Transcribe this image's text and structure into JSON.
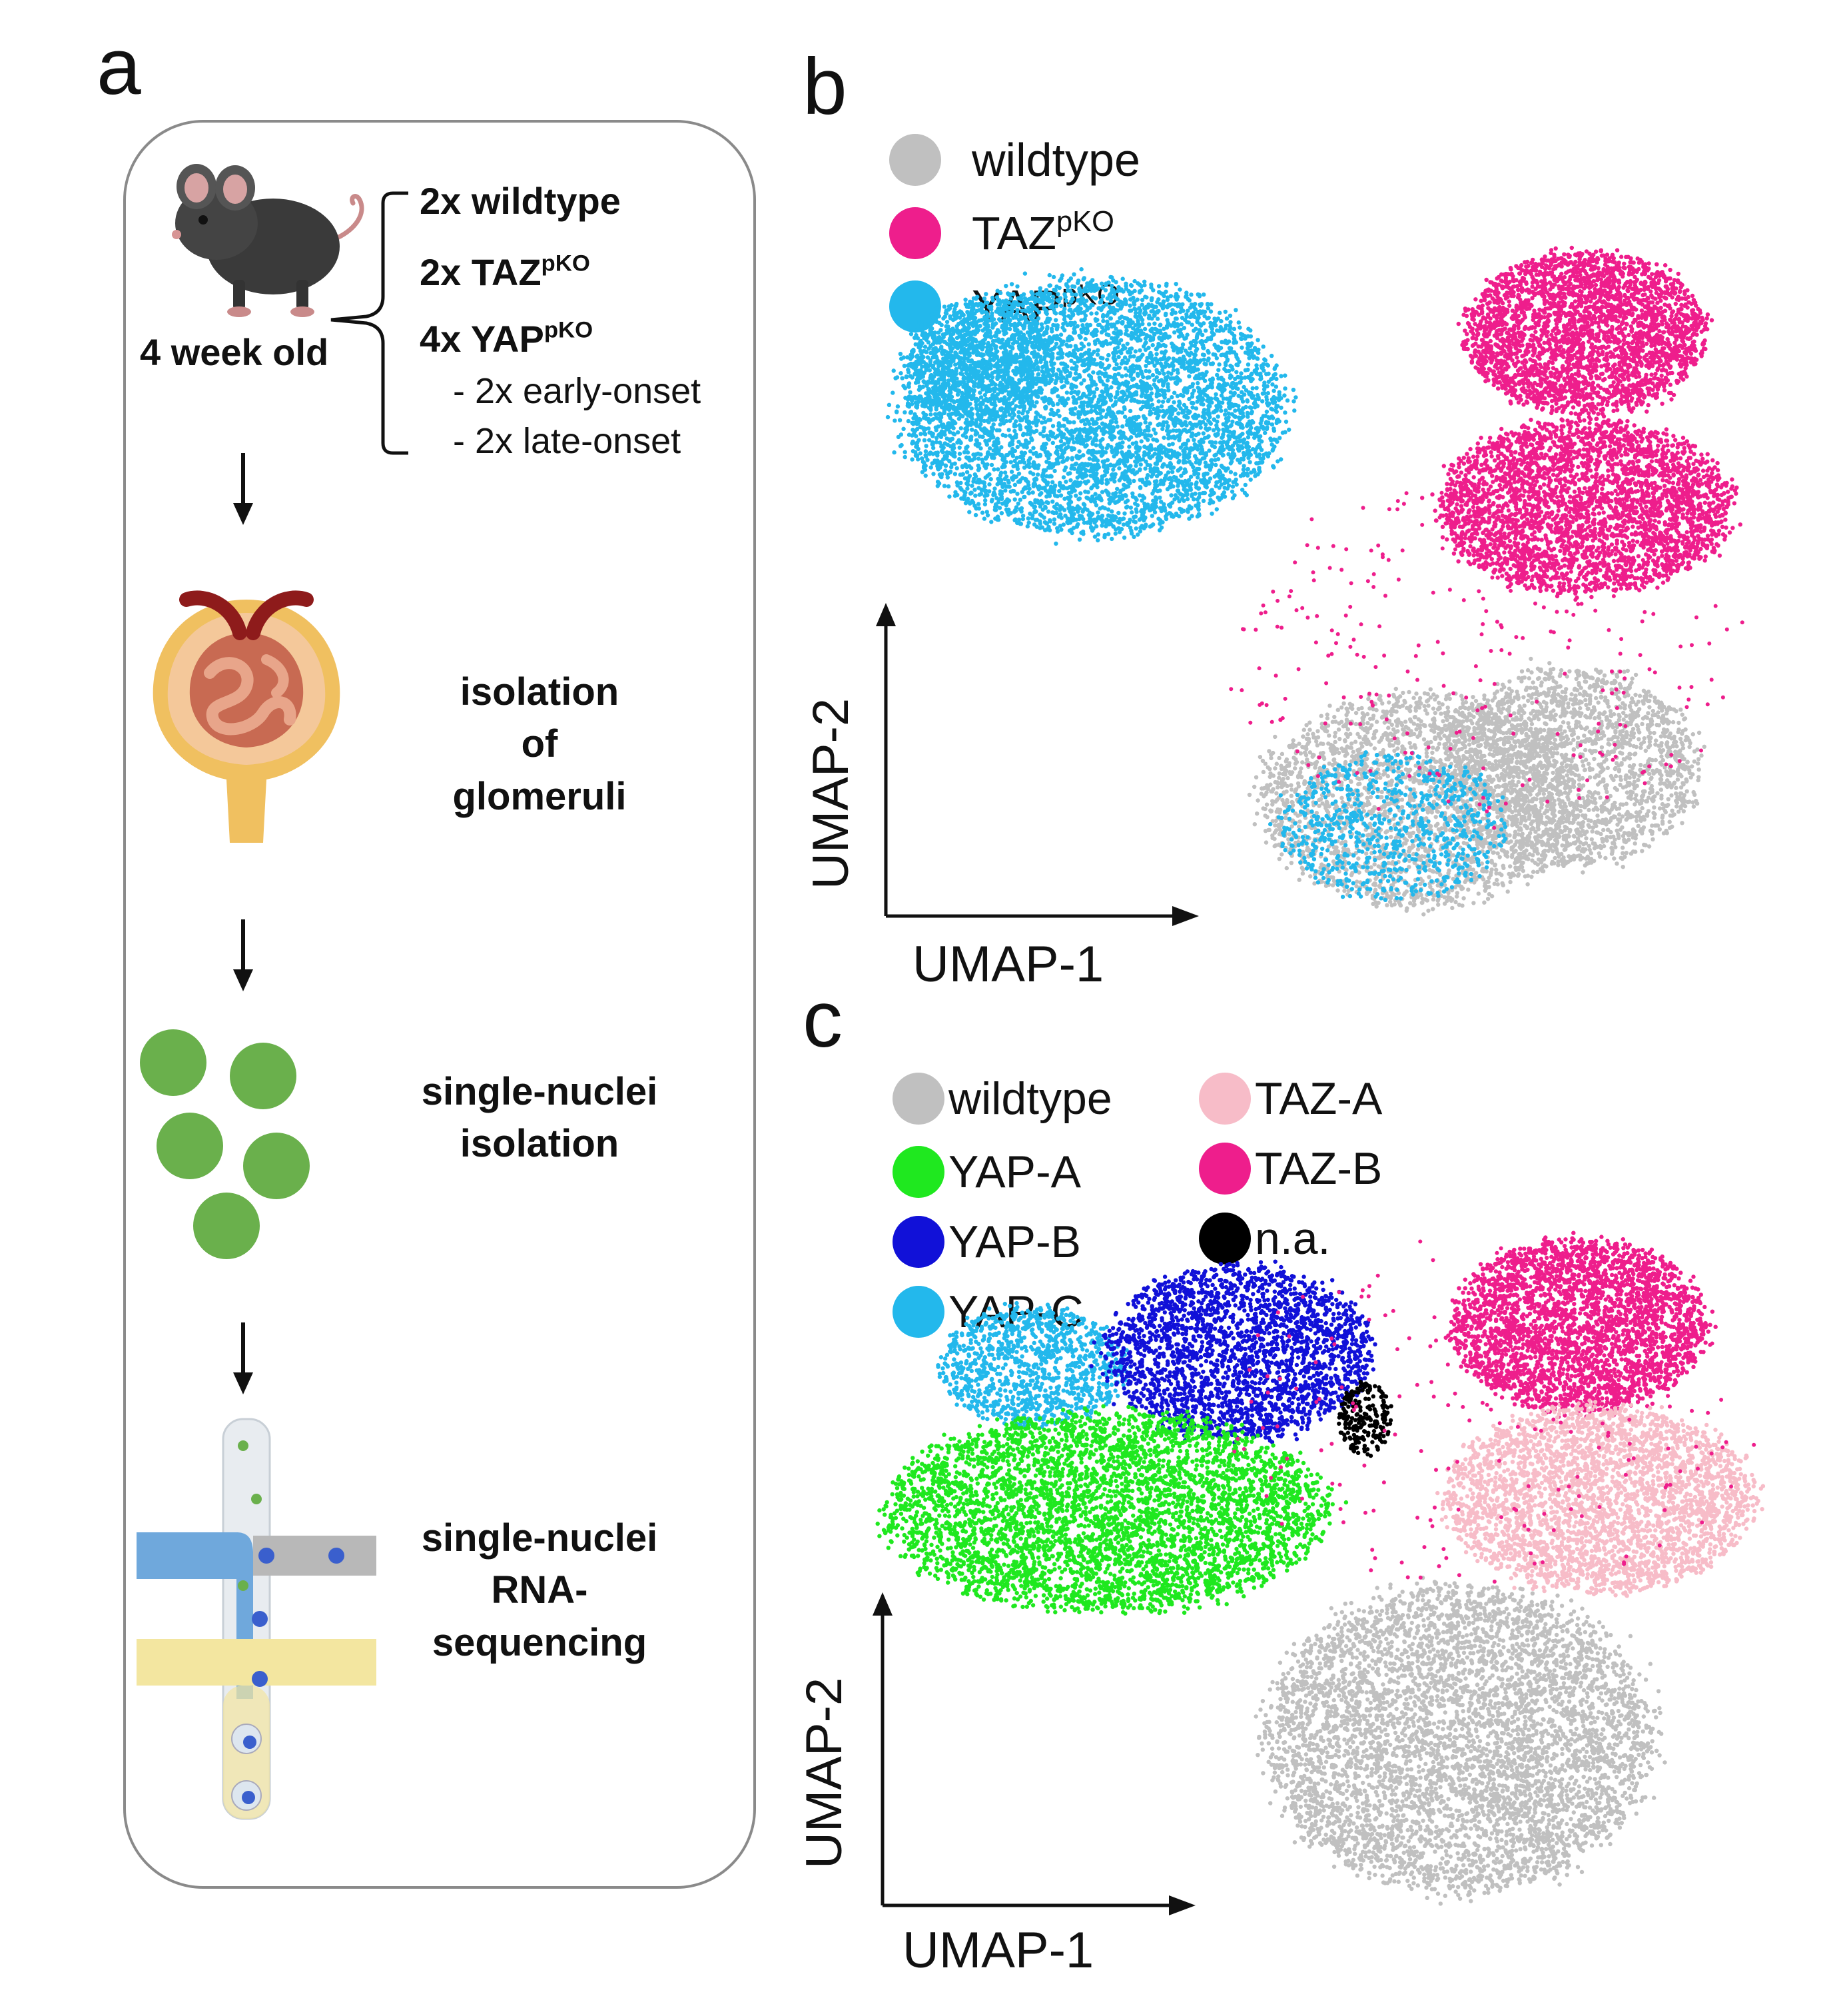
{
  "panels": {
    "a": "a",
    "b": "b",
    "c": "c"
  },
  "workflow": {
    "mouse_age": "4 week old",
    "cohort": {
      "wildtype": "2x wildtype",
      "taz_prefix": "2x TAZ",
      "taz_sup": "pKO",
      "yap_prefix": "4x YAP",
      "yap_sup": "pKO",
      "early": "- 2x early-onset",
      "late": "- 2x late-onset"
    },
    "steps": {
      "isolation": "isolation\nof\nglomeruli",
      "nuclei_isolation": "single-nuclei\nisolation",
      "sequencing": "single-nuclei\nRNA-\nsequencing"
    }
  },
  "legend_b": [
    {
      "label": "wildtype",
      "sup": "",
      "color": "#c0c0c0"
    },
    {
      "label": "TAZ",
      "sup": "pKO",
      "color": "#ee1e8c"
    },
    {
      "label": "YAP",
      "sup": "pKO",
      "color": "#23b8ec"
    }
  ],
  "legend_c": [
    {
      "label": "wildtype",
      "color": "#c0c0c0"
    },
    {
      "label": "YAP-A",
      "color": "#1fe81f"
    },
    {
      "label": "YAP-B",
      "color": "#1111d8"
    },
    {
      "label": "YAP-C",
      "color": "#23b8ec"
    },
    {
      "label": "TAZ-A",
      "color": "#f7bcc8"
    },
    {
      "label": "TAZ-B",
      "color": "#ee1e8c"
    },
    {
      "label": "n.a.",
      "color": "#000000"
    }
  ],
  "axes": {
    "x": "UMAP-1",
    "y": "UMAP-2"
  }
}
